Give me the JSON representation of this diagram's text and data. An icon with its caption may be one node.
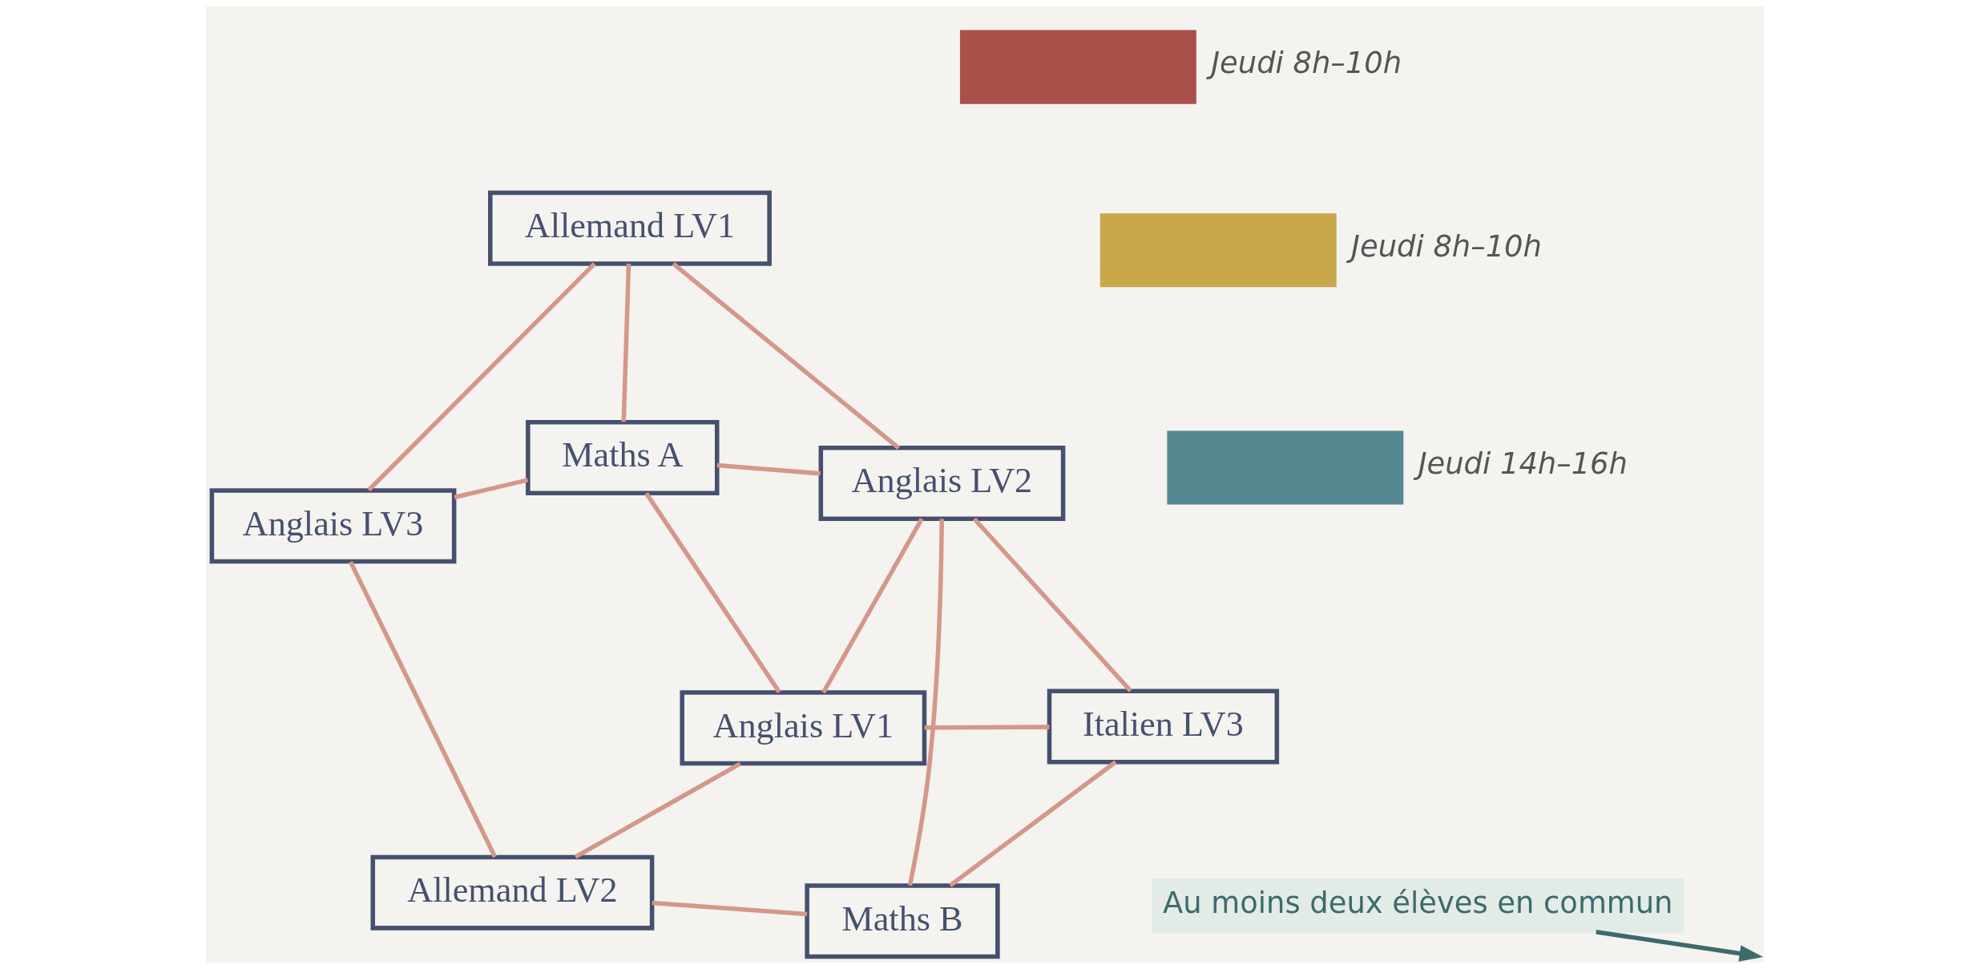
{
  "diagram": {
    "nodes": [
      {
        "text": [
          "Maths B"
        ]
      },
      {
        "text": [
          "Italien LV3"
        ]
      },
      {
        "text": [
          "Anglais LV1"
        ]
      },
      {
        "text": [
          "Maths A"
        ]
      },
      {
        "text": [
          "Anglais LV2"
        ]
      },
      {
        "text": [
          "Allemand LV1"
        ]
      },
      {
        "text": [
          "Allemand LV2"
        ]
      },
      {
        "text": [
          "Anglais LV3"
        ]
      },
      {
        "text": [
          "Au moins deux élèves en commun"
        ]
      }
    ],
    "edges": [
      {
        "from": 0,
        "to": 1,
        "arrow": "none"
      },
      {
        "from": 1,
        "to": 2,
        "arrow": "none"
      },
      {
        "from": 1,
        "to": 4,
        "arrow": "none"
      },
      {
        "from": 0,
        "to": 4,
        "arrow": "none"
      },
      {
        "from": 0,
        "to": 6,
        "arrow": "none"
      },
      {
        "from": 2,
        "to": 3,
        "arrow": "none"
      },
      {
        "from": 2,
        "to": 6,
        "arrow": "none"
      },
      {
        "from": 2,
        "to": 4,
        "arrow": "none"
      },
      {
        "from": 3,
        "to": 4,
        "arrow": "none"
      },
      {
        "from": 3,
        "to": 7,
        "arrow": "none"
      },
      {
        "from": 3,
        "to": 5,
        "arrow": "none"
      },
      {
        "from": 4,
        "to": 5,
        "arrow": "none"
      },
      {
        "from": 6,
        "to": 7,
        "arrow": "none"
      },
      {
        "from": 7,
        "to": 5,
        "arrow": "none"
      },
      {
        "from": 8,
        "to": null,
        "arrow": "to",
        "color": "#3d6a6c"
      }
    ],
    "legend": [
      {
        "text": "Jeudi 8h–10h",
        "color": "#a9504b"
      },
      {
        "text": "Jeudi 8h–10h",
        "color": "#c9a84b"
      },
      {
        "text": "Jeudi 14h–16h",
        "color": "#558890"
      }
    ]
  }
}
